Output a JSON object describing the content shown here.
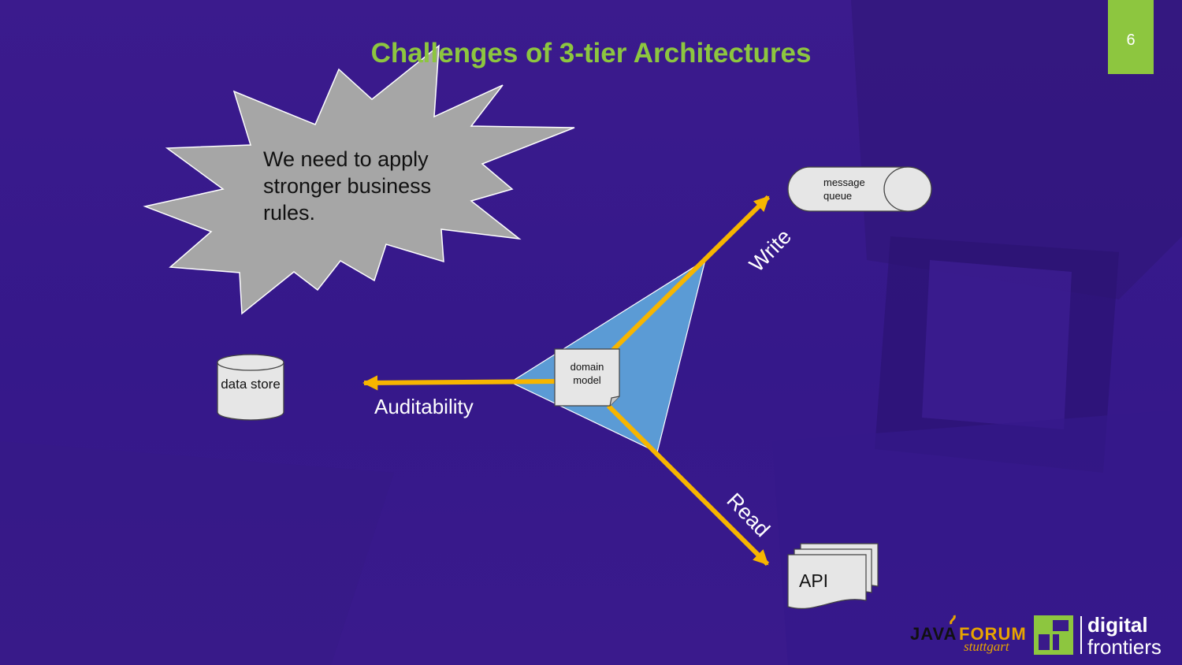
{
  "slide": {
    "title": "Challenges of 3-tier Architectures",
    "page_number": "6"
  },
  "callout": {
    "text": "We need to apply stronger business rules."
  },
  "nodes": {
    "message_queue": "message queue",
    "data_store": "data store",
    "domain_model": "domain model",
    "api": "API"
  },
  "arrows": {
    "auditability": "Auditability",
    "write": "Write",
    "read": "Read"
  },
  "logos": {
    "javaforum_java": "JAVA",
    "javaforum_forum": "FORUM",
    "javaforum_city": "stuttgart",
    "digital_frontiers_line1": "digital",
    "digital_frontiers_line2": "frontiers"
  },
  "colors": {
    "background": "#3a1a8a",
    "title": "#8dc63f",
    "accent_green": "#8dc63f",
    "arrow": "#f7b500",
    "triangle": "#5b9bd5",
    "burst": "#a6a6a6",
    "shape_fill": "#e6e6e6"
  }
}
